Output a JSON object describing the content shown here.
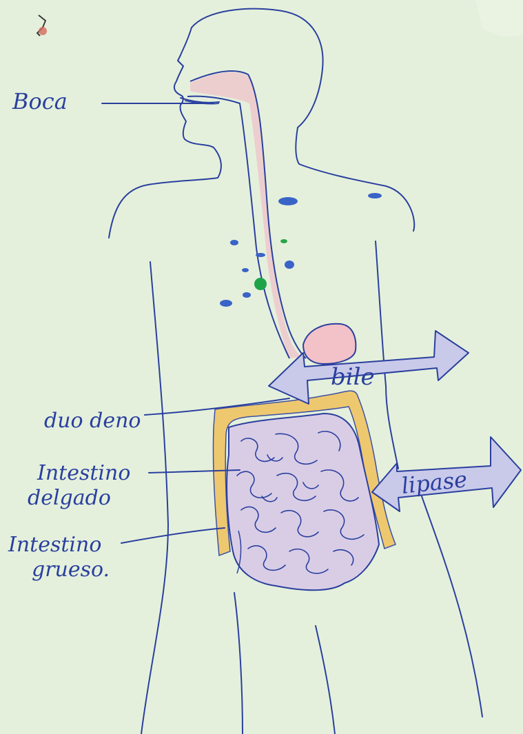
{
  "labels": {
    "boca": "Boca",
    "duodeno": "duo deno",
    "intestino_delgado_1": "Intestino",
    "intestino_delgado_2": "delgado",
    "intestino_grueso_1": "Intestino",
    "intestino_grueso_2": "grueso."
  },
  "arrows": {
    "bile": "bile",
    "lipase": "lipase"
  },
  "colors": {
    "paper": "#e4f0dc",
    "ink": "#2a3f9e",
    "esophagus": "#eec8cc",
    "large_intestine": "#f0c464",
    "small_intestine": "#d9cde6",
    "arrow_fill": "#c9c9ea",
    "stomach": "#f3c1c8"
  }
}
